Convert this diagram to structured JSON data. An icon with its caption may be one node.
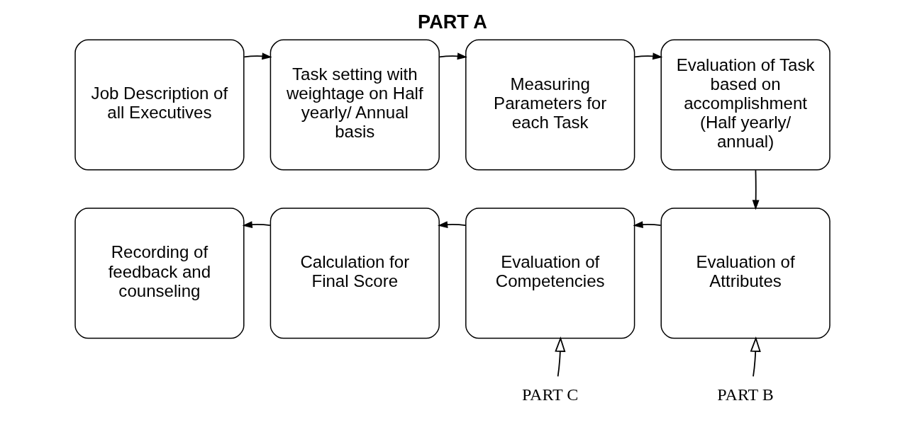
{
  "diagram": {
    "title": "PART A",
    "nodes": [
      {
        "text": [
          "Job Description of all Executives"
        ]
      },
      {
        "text": [
          "Task setting with weightage on Half yearly/ Annual basis"
        ]
      },
      {
        "text": [
          "Measuring Parameters for each Task"
        ]
      },
      {
        "text": [
          "Evaluation of Task based on accomplishment (Half yearly/ annual)"
        ]
      },
      {
        "text": [
          "Recording of feedback and counseling"
        ]
      },
      {
        "text": [
          "Calculation for Final Score"
        ]
      },
      {
        "text": [
          "Evaluation of Competencies"
        ]
      },
      {
        "text": [
          "Evaluation of Attributes"
        ]
      },
      {
        "text": [
          "PART C"
        ]
      },
      {
        "text": [
          "PART B"
        ]
      }
    ],
    "edges": [
      {
        "from": 0,
        "to": 1,
        "arrow": "to"
      },
      {
        "from": 1,
        "to": 2,
        "arrow": "to"
      },
      {
        "from": 2,
        "to": 3,
        "arrow": "to"
      },
      {
        "from": 3,
        "to": 7,
        "arrow": "to"
      },
      {
        "from": 7,
        "to": 6,
        "arrow": "to"
      },
      {
        "from": 6,
        "to": 5,
        "arrow": "to"
      },
      {
        "from": 5,
        "to": 4,
        "arrow": "to"
      },
      {
        "from": 8,
        "to": 6,
        "arrow": "to"
      },
      {
        "from": 9,
        "to": 7,
        "arrow": "to"
      }
    ]
  }
}
